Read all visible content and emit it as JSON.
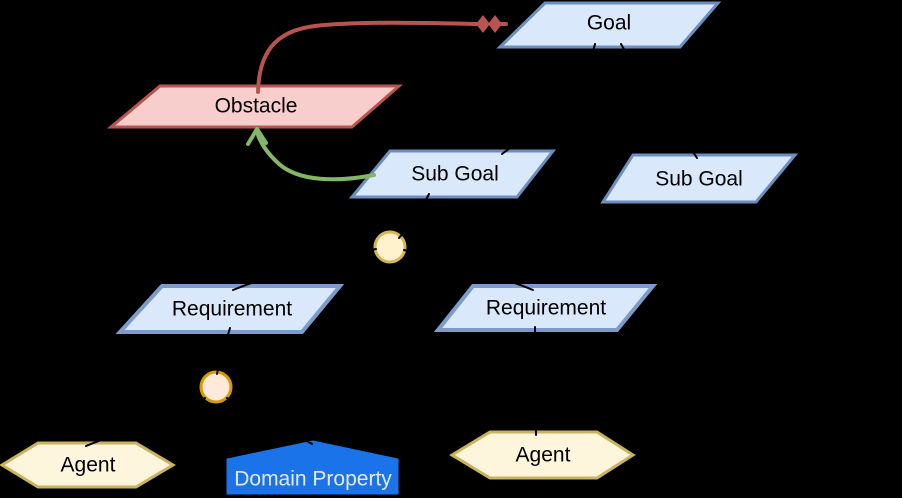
{
  "diagram": {
    "background_color": "#000000",
    "nodes": {
      "goal": {
        "label": "Goal",
        "shape": "parallelogram",
        "fill": "#DAE8FC",
        "stroke": "#6C8EBF"
      },
      "obstacle": {
        "label": "Obstacle",
        "shape": "parallelogram",
        "fill": "#F8CECC",
        "stroke": "#B85450"
      },
      "subgoal_left": {
        "label": "Sub Goal",
        "shape": "parallelogram",
        "fill": "#DAE8FC",
        "stroke": "#6C8EBF"
      },
      "subgoal_right": {
        "label": "Sub Goal",
        "shape": "parallelogram",
        "fill": "#DAE8FC",
        "stroke": "#6C8EBF"
      },
      "requirement_left": {
        "label": "Requirement",
        "shape": "parallelogram",
        "fill": "#DAE8FC",
        "stroke": "#7D9BC9"
      },
      "requirement_right": {
        "label": "Requirement",
        "shape": "parallelogram",
        "fill": "#DAE8FC",
        "stroke": "#7D9BC9"
      },
      "junction_yellow": {
        "label": "",
        "shape": "circle",
        "fill": "#FFF2CC",
        "stroke": "#D6B656"
      },
      "junction_orange": {
        "label": "",
        "shape": "circle",
        "fill": "#FFE9D9",
        "stroke": "#D79B00"
      },
      "agent_left": {
        "label": "Agent",
        "shape": "hexagon",
        "fill": "#FDF5DC",
        "stroke": "#C9B35C"
      },
      "agent_right": {
        "label": "Agent",
        "shape": "hexagon",
        "fill": "#FDF5DC",
        "stroke": "#C9B35C"
      },
      "domain_property": {
        "label": "Domain Property",
        "shape": "pentagon",
        "fill": "#1A73E8",
        "stroke": "#1A73E8",
        "text_color": "#E8E8E8"
      }
    },
    "edges": {
      "obstruction": {
        "color": "#B85450",
        "arrowhead": "double-diamond",
        "from": "obstacle",
        "to": "goal"
      },
      "resolution": {
        "color": "#85B665",
        "arrowhead": "open-arrow",
        "from": "subgoal_left",
        "to": "obstacle"
      },
      "refinement": {
        "color": "#000000",
        "arrowhead": "none"
      }
    }
  }
}
